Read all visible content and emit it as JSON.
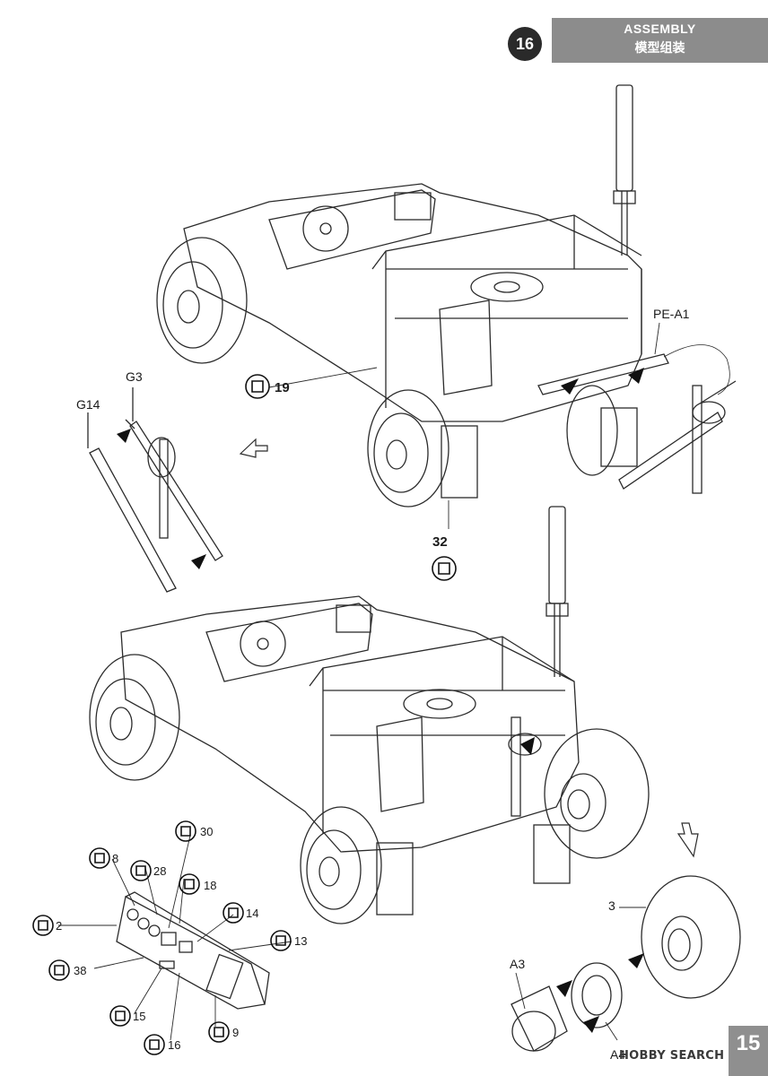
{
  "header": {
    "step_number": "16",
    "title": "ASSEMBLY",
    "subtitle": "模型组装"
  },
  "page_number": "15",
  "watermark": "HOBBY SEARCH",
  "upper_assembly": {
    "part_labels": {
      "g3": "G3",
      "g14": "G14",
      "pe_a1": "PE-A1"
    },
    "decals": {
      "d19": "19",
      "d32": "32"
    }
  },
  "lower_assembly": {
    "part_labels": {
      "p3": "3",
      "a3": "A3",
      "a4": "A4"
    },
    "decals": {
      "d30": "30",
      "d8": "8",
      "d28": "28",
      "d18": "18",
      "d14": "14",
      "d2": "2",
      "d13": "13",
      "d38": "38",
      "d15": "15",
      "d16": "16",
      "d9": "9"
    }
  }
}
